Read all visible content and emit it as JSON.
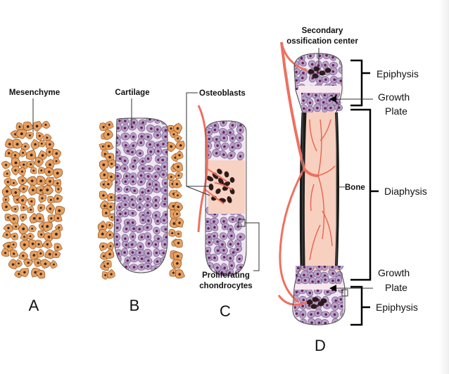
{
  "labels": {
    "mesenchyme": "Mesenchyme",
    "cartilage": "Cartilage",
    "osteoblasts": "Osteoblasts",
    "proliferating_line1": "Proliferating",
    "proliferating_line2": "chondrocytes",
    "secondary_line1": "Secondary",
    "secondary_line2": "ossification center",
    "bone": "Bone",
    "epiphysis_top": "Epiphysis",
    "growth_plate_top_line1": "Growth",
    "growth_plate_top_line2": "Plate",
    "diaphysis": "Diaphysis",
    "growth_plate_bottom_line1": "Growth",
    "growth_plate_bottom_line2": "Plate",
    "epiphysis_bottom": "Epiphysis"
  },
  "panels": [
    "A",
    "B",
    "C",
    "D"
  ],
  "colors": {
    "mesenchyme_cell": "#e8a060",
    "mesenchyme_nucleus": "#3a2414",
    "chondrocyte": "#b8a2c8",
    "chondrocyte_edge": "#6a4f82",
    "chondrocyte_nucleus": "#6a1e58",
    "bone": "#f8d4c4",
    "vessel": "#ee7060",
    "osteoblast": "#2e1a1a",
    "periosteum": "#1a1a1a"
  }
}
